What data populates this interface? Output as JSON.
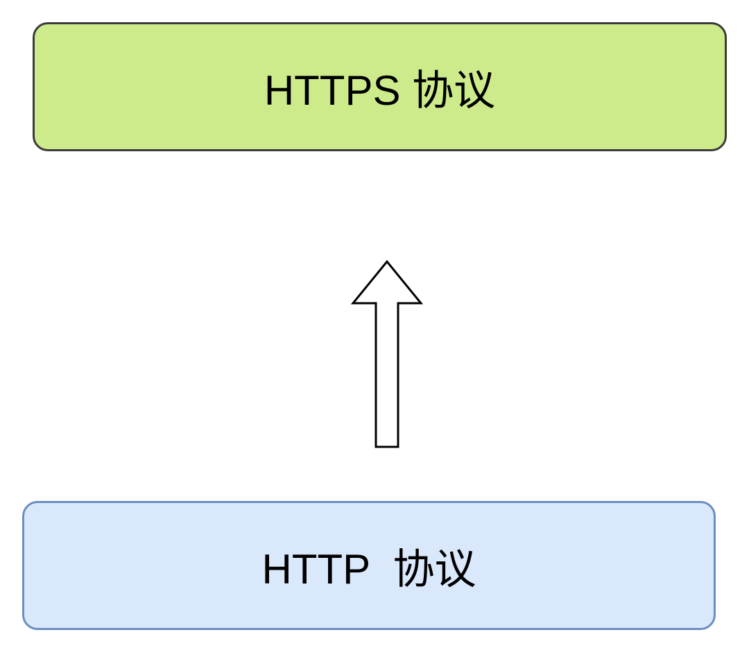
{
  "diagram": {
    "nodes": [
      {
        "id": "https",
        "label": "HTTPS 协议",
        "fill": "#cdeb8b"
      },
      {
        "id": "http",
        "label": "HTTP  协议",
        "fill": "#dae8fc"
      }
    ],
    "edges": [
      {
        "from": "http",
        "to": "https",
        "style": "hollow-block-arrow"
      }
    ]
  }
}
